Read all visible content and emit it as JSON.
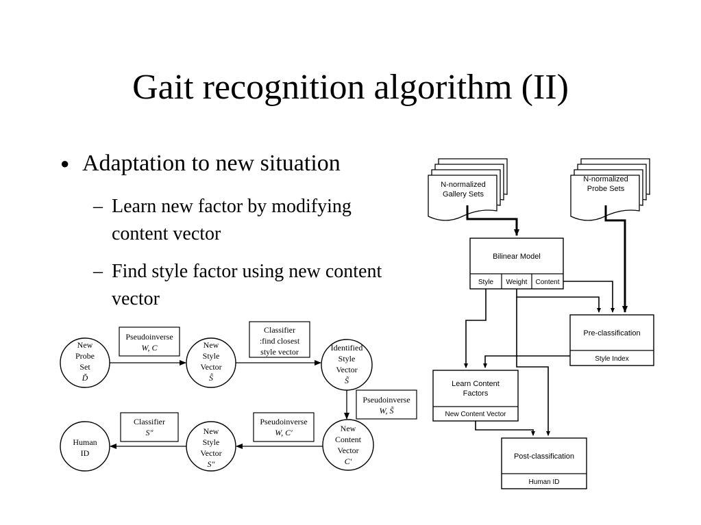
{
  "slide": {
    "title": "Gait recognition algorithm (II)",
    "bullet": "Adaptation to new situation",
    "sub1": "Learn new factor by modifying content vector",
    "sub2": "Find style factor using new content vector"
  },
  "left_diagram": {
    "new_probe": [
      "New",
      "Probe",
      "Set",
      "Ď"
    ],
    "new_style_1": [
      "New",
      "Style",
      "Vector",
      "Ŝ"
    ],
    "identified_style": [
      "Identified",
      "Style",
      "Vector",
      "S̃"
    ],
    "new_content": [
      "New",
      "Content",
      "Vector",
      "C′"
    ],
    "new_style_2": [
      "New",
      "Style",
      "Vector",
      "S″"
    ],
    "human_id": [
      "Human",
      "ID"
    ],
    "box_pinv_wc": [
      "Pseudoinverse",
      "W, C"
    ],
    "box_classifier_closest": [
      "Classifier",
      ":find closest",
      "style vector"
    ],
    "box_pinv_ws": [
      "Pseudoinverse",
      "W, S̃"
    ],
    "box_pinv_wc2": [
      "Pseudoinverse",
      "W, C′"
    ],
    "box_classifier_s": [
      "Classifier",
      "S″"
    ]
  },
  "right_diagram": {
    "gallery_sets": [
      "N-normalized",
      "Gallery Sets"
    ],
    "probe_sets": [
      "N-normalized",
      "Probe Sets"
    ],
    "bilinear_model": "Bilinear Model",
    "bilinear_ports": [
      "Style",
      "Weight",
      "Content"
    ],
    "preclass": "Pre-classification",
    "preclass_sub": "Style Index",
    "learn_content": [
      "Learn Content",
      "Factors"
    ],
    "learn_content_sub": "New Content Vector",
    "postclass": "Post-classification",
    "postclass_sub": "Human ID"
  }
}
